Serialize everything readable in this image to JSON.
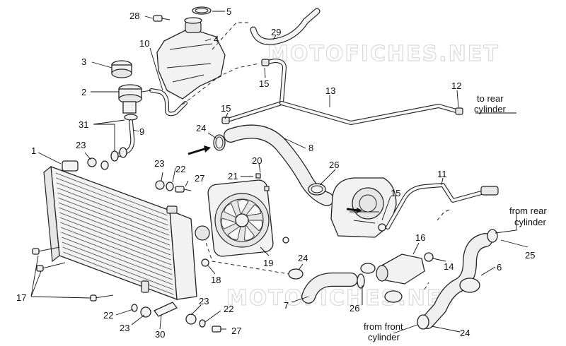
{
  "watermark": "MOTOFICHES.NET",
  "callouts": [
    {
      "id": "c28",
      "text": "28"
    },
    {
      "id": "c5",
      "text": "5"
    },
    {
      "id": "c29",
      "text": "29"
    },
    {
      "id": "c4",
      "text": "4"
    },
    {
      "id": "c10",
      "text": "10"
    },
    {
      "id": "c3",
      "text": "3"
    },
    {
      "id": "c2",
      "text": "2"
    },
    {
      "id": "c15a",
      "text": "15"
    },
    {
      "id": "c13",
      "text": "13"
    },
    {
      "id": "c12",
      "text": "12"
    },
    {
      "id": "c31",
      "text": "31"
    },
    {
      "id": "c9",
      "text": "9"
    },
    {
      "id": "c15b",
      "text": "15"
    },
    {
      "id": "c24a",
      "text": "24"
    },
    {
      "id": "c8",
      "text": "8"
    },
    {
      "id": "c1",
      "text": "1"
    },
    {
      "id": "c23a",
      "text": "23"
    },
    {
      "id": "c20",
      "text": "20"
    },
    {
      "id": "c26a",
      "text": "26"
    },
    {
      "id": "c23b",
      "text": "23"
    },
    {
      "id": "c22a",
      "text": "22"
    },
    {
      "id": "c21",
      "text": "21"
    },
    {
      "id": "c27a",
      "text": "27"
    },
    {
      "id": "c11",
      "text": "11"
    },
    {
      "id": "c15c",
      "text": "15"
    },
    {
      "id": "c16",
      "text": "16"
    },
    {
      "id": "c19",
      "text": "19"
    },
    {
      "id": "c24b",
      "text": "24"
    },
    {
      "id": "c14",
      "text": "14"
    },
    {
      "id": "c25",
      "text": "25"
    },
    {
      "id": "c6",
      "text": "6"
    },
    {
      "id": "c18",
      "text": "18"
    },
    {
      "id": "c17",
      "text": "17"
    },
    {
      "id": "c7",
      "text": "7"
    },
    {
      "id": "c26b",
      "text": "26"
    },
    {
      "id": "c23c",
      "text": "23"
    },
    {
      "id": "c22b",
      "text": "22"
    },
    {
      "id": "c22c",
      "text": "22"
    },
    {
      "id": "c23d",
      "text": "23"
    },
    {
      "id": "c30",
      "text": "30"
    },
    {
      "id": "c27b",
      "text": "27"
    },
    {
      "id": "c24c",
      "text": "24"
    }
  ],
  "notes": {
    "to_rear_l1": "to rear",
    "to_rear_l2": "cylinder",
    "from_rear_l1": "from rear",
    "from_rear_l2": "cylinder",
    "from_front_l1": "from front",
    "from_front_l2": "cylinder"
  }
}
